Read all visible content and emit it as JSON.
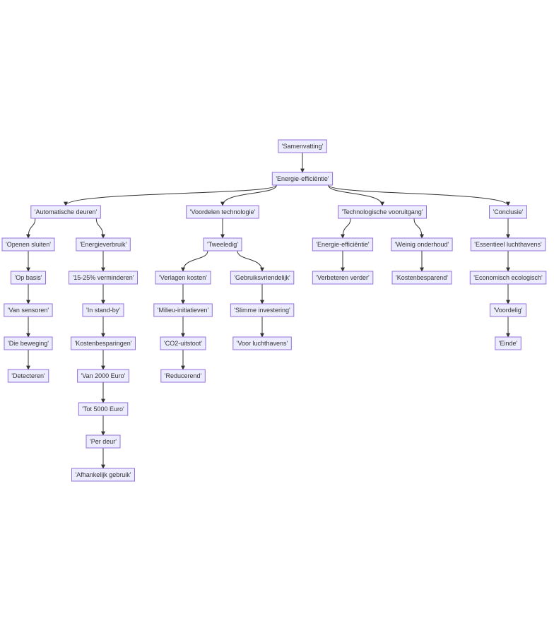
{
  "diagram": {
    "type": "flowchart",
    "direction": "top-down",
    "colors": {
      "node_fill": "#ECECFF",
      "node_stroke": "#9370DB",
      "edge": "#333333",
      "text": "#333333"
    },
    "nodes": [
      {
        "id": "samenvatting",
        "label": "'Samenvatting'"
      },
      {
        "id": "energie",
        "label": "'Energie-efficiëntie'"
      },
      {
        "id": "autodeuren",
        "label": "'Automatische deuren'"
      },
      {
        "id": "voordelen",
        "label": "'Voordelen technologie'"
      },
      {
        "id": "techvoor",
        "label": "'Technologische vooruitgang'"
      },
      {
        "id": "conclusie",
        "label": "'Conclusie'"
      },
      {
        "id": "openen",
        "label": "'Openen sluiten'"
      },
      {
        "id": "energieverbruik",
        "label": "'Energieverbruik'"
      },
      {
        "id": "tweeledig",
        "label": "'Tweeledig'"
      },
      {
        "id": "energie2",
        "label": "'Energie-efficiëntie'"
      },
      {
        "id": "weinig",
        "label": "'Weinig onderhoud'"
      },
      {
        "id": "essentieel",
        "label": "'Essentieel luchthavens'"
      },
      {
        "id": "opbasis",
        "label": "'Op basis'"
      },
      {
        "id": "procent",
        "label": "'15-25% verminderen'"
      },
      {
        "id": "verlagen",
        "label": "'Verlagen kosten'"
      },
      {
        "id": "gebruiks",
        "label": "'Gebruiksvriendelijk'"
      },
      {
        "id": "verbeteren",
        "label": "'Verbeteren verder'"
      },
      {
        "id": "kostenbesparend",
        "label": "'Kostenbesparend'"
      },
      {
        "id": "economisch",
        "label": "'Economisch ecologisch'"
      },
      {
        "id": "sensoren",
        "label": "'Van sensoren'"
      },
      {
        "id": "standby",
        "label": "'In stand-by'"
      },
      {
        "id": "milieu",
        "label": "'Milieu-initiatieven'"
      },
      {
        "id": "slimme",
        "label": "'Slimme investering'"
      },
      {
        "id": "voordelig",
        "label": "'Voordelig'"
      },
      {
        "id": "beweging",
        "label": "'Die beweging'"
      },
      {
        "id": "kostenbesparingen",
        "label": "'Kostenbesparingen'"
      },
      {
        "id": "co2",
        "label": "'CO2-uitstoot'"
      },
      {
        "id": "voorlucht",
        "label": "'Voor luchthavens'"
      },
      {
        "id": "einde",
        "label": "'Einde'"
      },
      {
        "id": "detecteren",
        "label": "'Detecteren'"
      },
      {
        "id": "van2000",
        "label": "'Van 2000 Euro'"
      },
      {
        "id": "reducerend",
        "label": "'Reducerend'"
      },
      {
        "id": "tot5000",
        "label": "'Tot 5000 Euro'"
      },
      {
        "id": "perdeur",
        "label": "'Per deur'"
      },
      {
        "id": "afhankelijk",
        "label": "'Afhankelijk gebruik'"
      }
    ],
    "edges": [
      [
        "samenvatting",
        "energie"
      ],
      [
        "energie",
        "autodeuren"
      ],
      [
        "energie",
        "voordelen"
      ],
      [
        "energie",
        "techvoor"
      ],
      [
        "energie",
        "conclusie"
      ],
      [
        "autodeuren",
        "openen"
      ],
      [
        "autodeuren",
        "energieverbruik"
      ],
      [
        "openen",
        "opbasis"
      ],
      [
        "opbasis",
        "sensoren"
      ],
      [
        "sensoren",
        "beweging"
      ],
      [
        "beweging",
        "detecteren"
      ],
      [
        "energieverbruik",
        "procent"
      ],
      [
        "procent",
        "standby"
      ],
      [
        "standby",
        "kostenbesparingen"
      ],
      [
        "kostenbesparingen",
        "van2000"
      ],
      [
        "van2000",
        "tot5000"
      ],
      [
        "tot5000",
        "perdeur"
      ],
      [
        "perdeur",
        "afhankelijk"
      ],
      [
        "voordelen",
        "tweeledig"
      ],
      [
        "tweeledig",
        "verlagen"
      ],
      [
        "tweeledig",
        "gebruiks"
      ],
      [
        "verlagen",
        "milieu"
      ],
      [
        "milieu",
        "co2"
      ],
      [
        "co2",
        "reducerend"
      ],
      [
        "gebruiks",
        "slimme"
      ],
      [
        "slimme",
        "voorlucht"
      ],
      [
        "techvoor",
        "energie2"
      ],
      [
        "techvoor",
        "weinig"
      ],
      [
        "energie2",
        "verbeteren"
      ],
      [
        "weinig",
        "kostenbesparend"
      ],
      [
        "conclusie",
        "essentieel"
      ],
      [
        "essentieel",
        "economisch"
      ],
      [
        "economisch",
        "voordelig"
      ],
      [
        "voordelig",
        "einde"
      ]
    ]
  }
}
